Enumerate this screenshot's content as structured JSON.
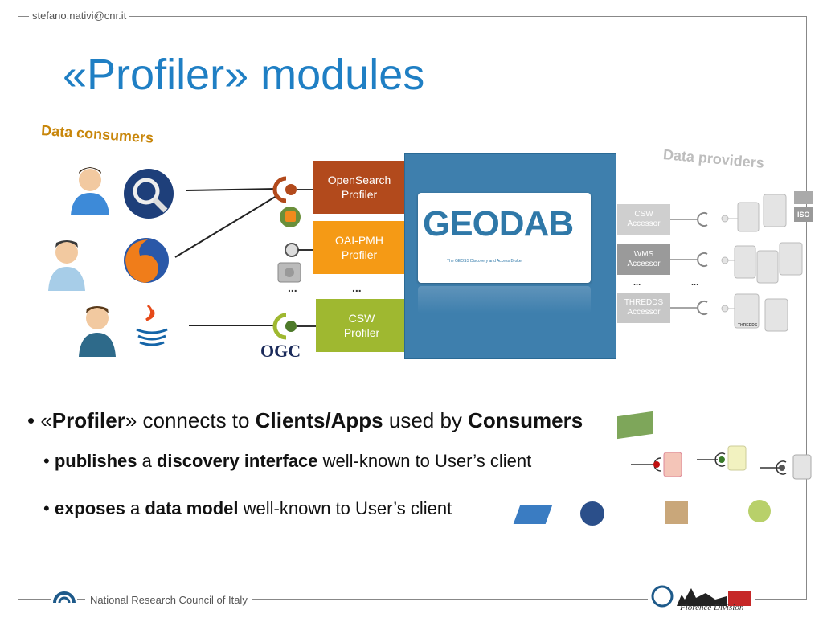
{
  "header": {
    "email": "stefano.nativi@cnr.it",
    "title": "«Profiler» modules"
  },
  "diagram": {
    "consumers_label": "Data consumers",
    "providers_label": "Data providers",
    "profilers": [
      {
        "line1": "OpenSearch",
        "line2": "Profiler",
        "color": "#b24a1c"
      },
      {
        "line1": "OAI-PMH",
        "line2": "Profiler",
        "color": "#f59a15"
      },
      {
        "line1": "CSW",
        "line2": "Profiler",
        "color": "#9fb830"
      }
    ],
    "ellipsis": "...",
    "broker_logo": "GEODAB",
    "broker_tagline": "The GEOSS Discovery and Access Broker",
    "ogc_label": "OGC",
    "accessors": [
      {
        "line1": "CSW",
        "line2": "Accessor"
      },
      {
        "line1": "WMS",
        "line2": "Accessor"
      },
      {
        "line1": "THREDDS",
        "line2": "Accessor"
      }
    ],
    "iso_label": "ISO",
    "thredds_label": "THREDDS"
  },
  "bullets": {
    "main": {
      "pre": "«",
      "b1": "Profiler",
      "mid1": "» connects to ",
      "b2": "Clients/Apps",
      "mid2": " used by ",
      "b3": "Consumers"
    },
    "sub1": {
      "b1": "publishes",
      "mid1": " a ",
      "b2": "discovery interface",
      "rest": " well-known to User’s client"
    },
    "sub2": {
      "b1": "exposes",
      "mid1": " a ",
      "b2": "data model",
      "rest": " well-known to User’s client"
    }
  },
  "footer": {
    "org": "National Research Council of Italy",
    "division": "Florence Division"
  },
  "colors": {
    "title_blue": "#1f7fc4",
    "consumers_orange": "#c8860a",
    "broker_blue": "#3e7fad"
  }
}
